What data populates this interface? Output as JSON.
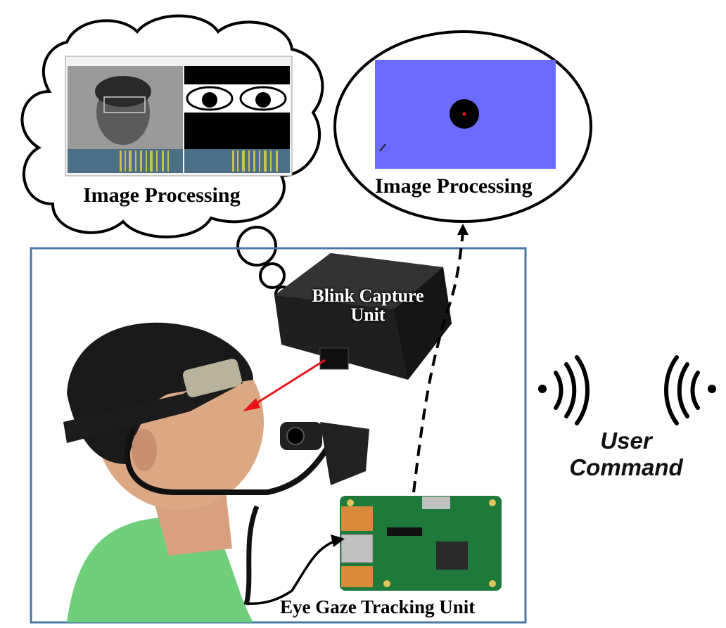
{
  "cloud": {
    "label": "Image Processing"
  },
  "ellipse": {
    "label": "Image Processing",
    "screen_color": "#6b6bff"
  },
  "main_box": {
    "border_color": "#4a76a8"
  },
  "blink_unit": {
    "label_line1": "Blink Capture",
    "label_line2": "Unit"
  },
  "gaze_unit": {
    "label": "Eye Gaze Tracking Unit"
  },
  "command": {
    "line1": "User",
    "line2": "Command"
  },
  "colors": {
    "arrow_red": "#e8141c",
    "board_green": "#1e7a3a",
    "shirt_green": "#6fce7a"
  }
}
